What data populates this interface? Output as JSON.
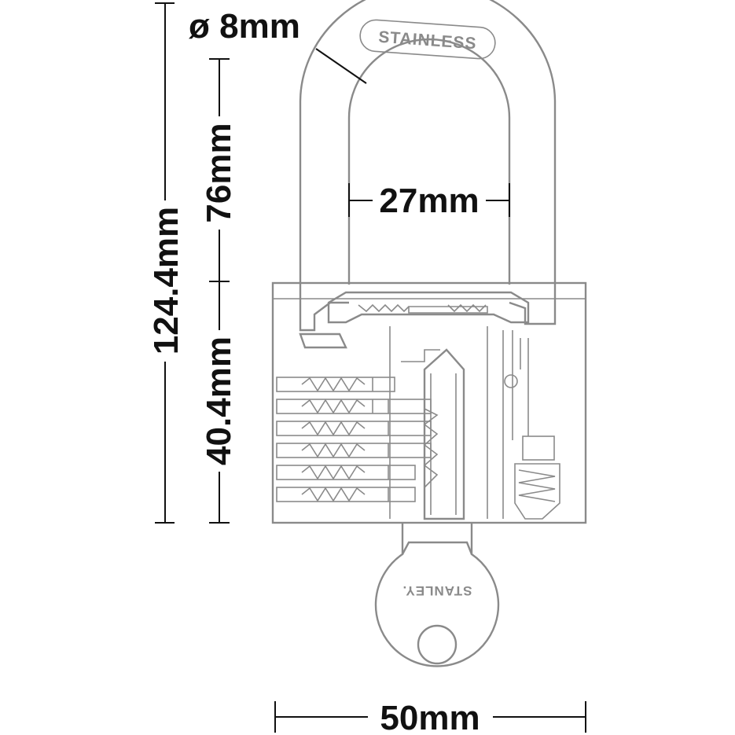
{
  "dimensions": {
    "shackle_diameter": "ø 8mm",
    "shackle_clearance": "76mm",
    "shackle_inner_width": "27mm",
    "total_height": "124.4mm",
    "body_height": "40.4mm",
    "body_width": "50mm"
  },
  "labels": {
    "shackle_brand": "STAINLESS",
    "key_brand": "STANLEY."
  },
  "colors": {
    "dimension": "#111111",
    "lock_outline": "#8a8a8a",
    "background": "#ffffff"
  }
}
